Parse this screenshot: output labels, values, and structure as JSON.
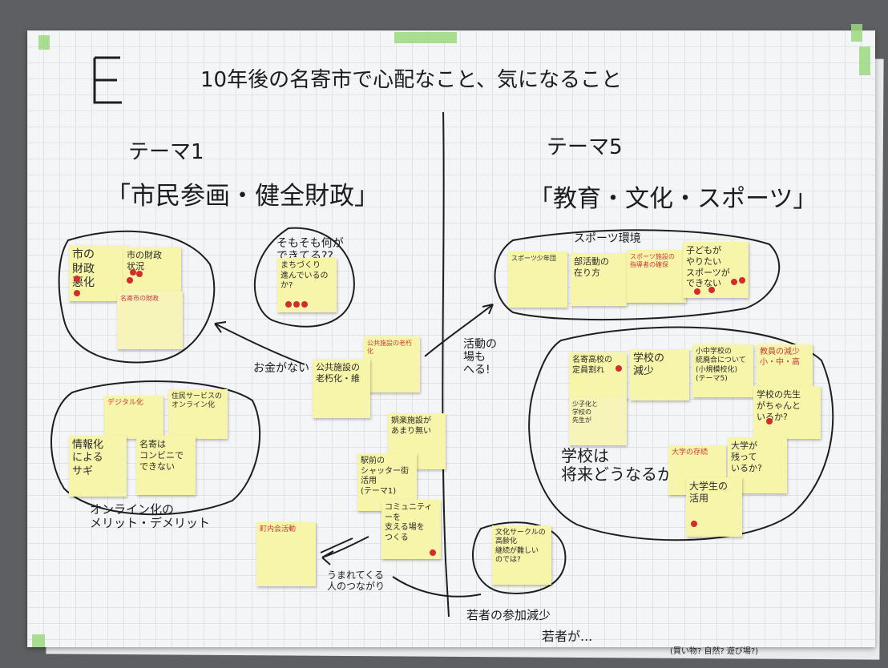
{
  "board_letter": "E",
  "title": "10年後の名寄市で心配なこと、気になること",
  "theme1": {
    "label": "テーマ1",
    "name": "「市民参画・健全財政」"
  },
  "theme5": {
    "label": "テーマ5",
    "name": "「教育・文化・スポーツ」"
  },
  "notes": {
    "n1": "市の\n財政\n悪化",
    "n2": "市の財政\n状況",
    "n3": "名寄市の財政",
    "n4": "まちづくり\n進んでいるのか?",
    "n5": "公共施設の老朽化",
    "n6": "公共施設の\n老朽化・維",
    "n7": "住民サービスの\nオンライン化",
    "n8": "デジタル化",
    "n9": "情報化\nによる\nサギ",
    "n10": "名寄は\nコンビニで\nできない",
    "n11": "娯楽施設が\nあまり無い",
    "n12": "駅前の\nシャッター街\n活用\n(テーマ1)",
    "n13": "コミュニティーを\n支える場を\nつくる",
    "n14": "町内会活動",
    "n15": "スポーツ少年団",
    "n16": "部活動の\n在り方",
    "n17": "スポーツ施設の\n指導者の確保",
    "n18": "子どもが\nやりたい\nスポーツが\nできない",
    "n19": "名寄高校の\n定員割れ",
    "n20": "学校の\n減少",
    "n21": "小中学校の\n統廃合について\n(小規模校化)\n(テーマ5)",
    "n22": "教員の減少\n小・中・高",
    "n23": "少子化と\n学校の\n先生が",
    "n24": "学校の先生\nがちゃんと\nいるか?",
    "n25": "大学の存続",
    "n26": "大学が\n残って\nいるか?",
    "n27": "大学生の\n活用",
    "n28": "文化サークルの\n高齢化\n継続が難しい\nのでは?"
  },
  "handwriting": {
    "h1": "そもそも何が\nできてる??",
    "h2": "お金がない",
    "h3": "オンライン化の\nメリット・デメリット",
    "h4": "活動の\n場も\nへる!",
    "h5": "スポーツ環境",
    "h6": "学校は\n将来どうなるか",
    "h7": "うまれてくる\n人のつながり",
    "h8": "若者の参加減少",
    "h9": "若者が...",
    "h10": "(買い物? 自然? 遊び場?)"
  },
  "colors": {
    "board": "#5d5f62",
    "paper": "#f4f5f7",
    "sticky": "#f7f5a9",
    "dot": "#d42b2b",
    "tape": "#9bd87f"
  }
}
